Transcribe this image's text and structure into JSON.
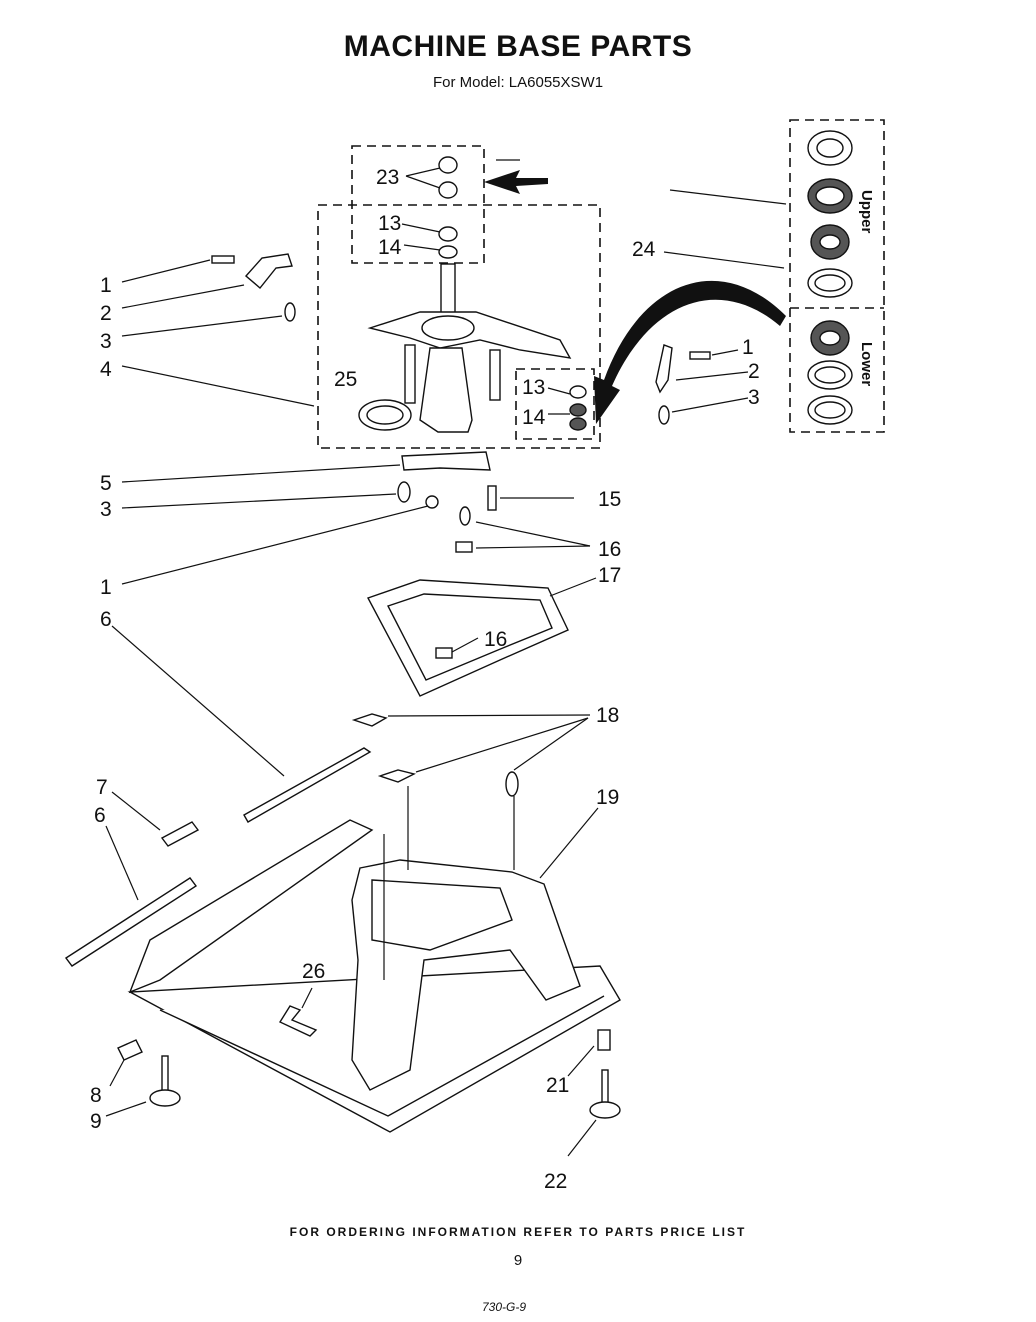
{
  "header": {
    "title": "MACHINE BASE PARTS",
    "subtitle": "For Model: LA6055XSW1"
  },
  "bearing_box": {
    "upper_label": "Upper",
    "lower_label": "Lower"
  },
  "callouts": {
    "p1a": "1",
    "p2a": "2",
    "p3a": "3",
    "p4": "4",
    "p25": "25",
    "p23": "23",
    "p13a": "13",
    "p14a": "14",
    "p24": "24",
    "p1b": "1",
    "p2b": "2",
    "p3b": "3",
    "p13b": "13",
    "p14b": "14",
    "p5": "5",
    "p3c": "3",
    "p15": "15",
    "p16a": "16",
    "p1c": "1",
    "p17": "17",
    "p6a": "6",
    "p16b": "16",
    "p18": "18",
    "p7": "7",
    "p6b": "6",
    "p19": "19",
    "p26": "26",
    "p8": "8",
    "p9": "9",
    "p21": "21",
    "p22": "22"
  },
  "footer": {
    "ordering_note": "FOR ORDERING INFORMATION REFER TO PARTS PRICE LIST",
    "page_number": "9",
    "code": "730-G-9"
  }
}
